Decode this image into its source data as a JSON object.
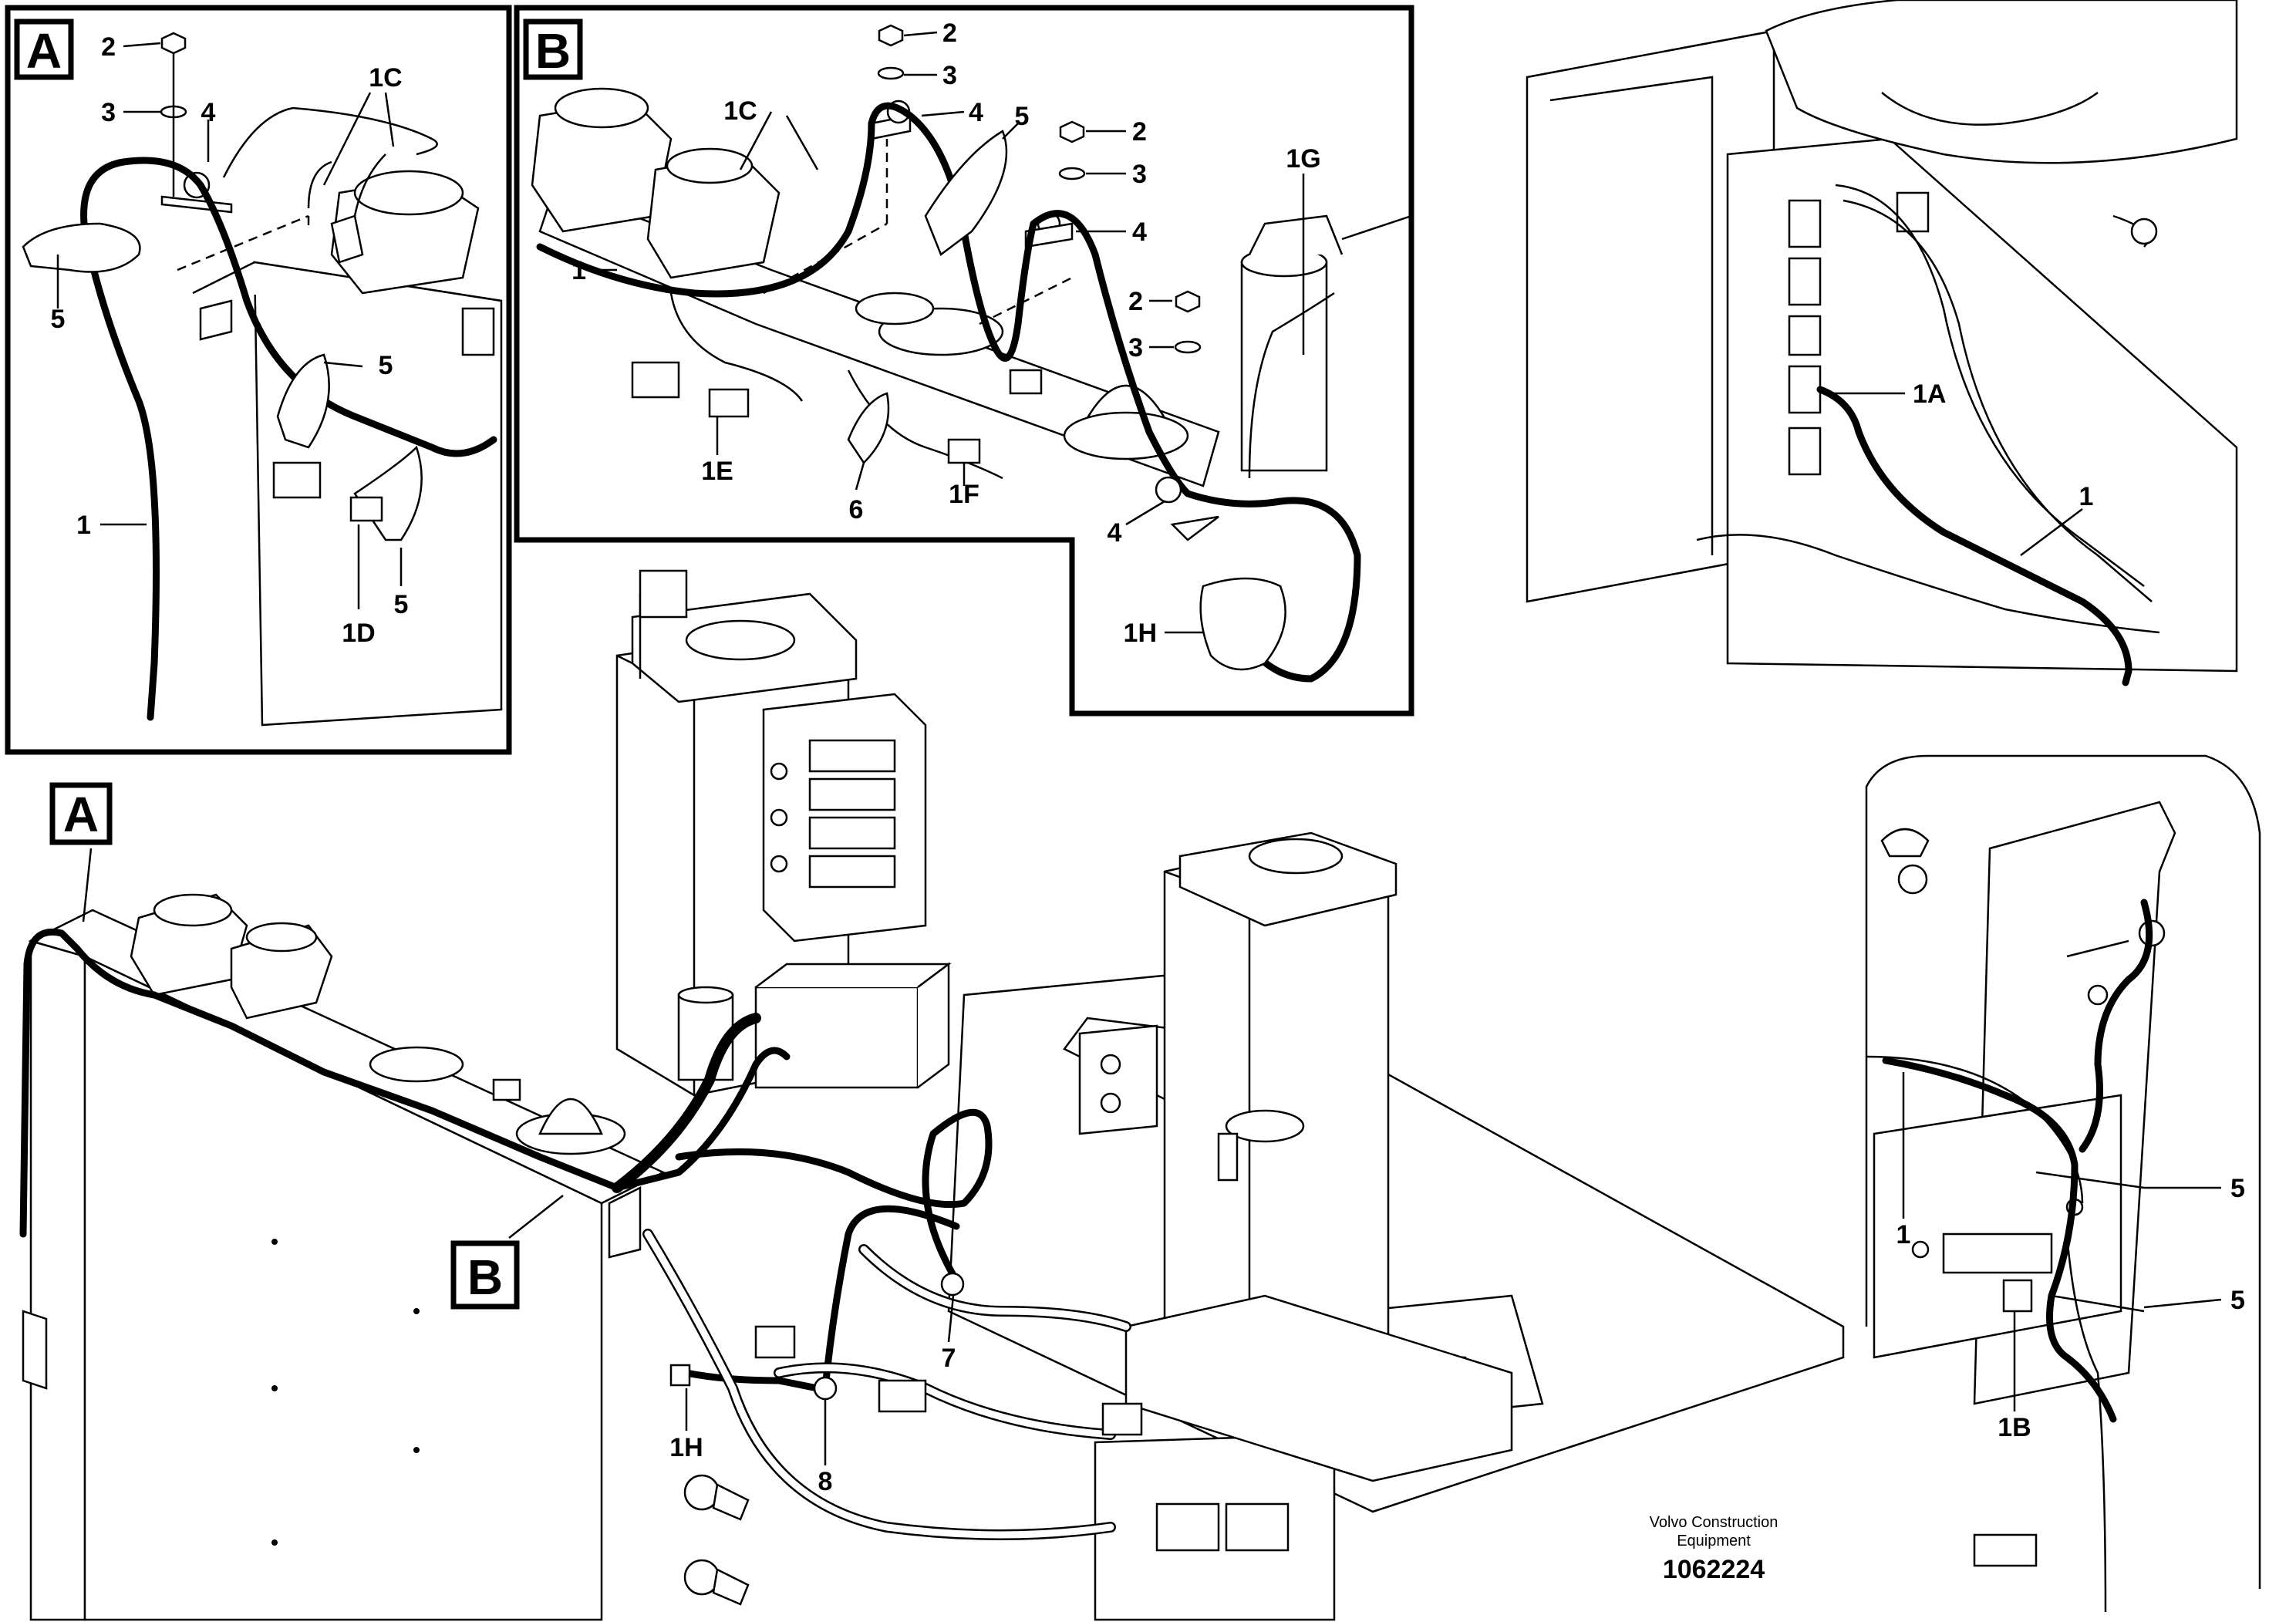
{
  "inset_labels": {
    "a": "A",
    "b": "B"
  },
  "callouts": {
    "a_2": "2",
    "a_3": "3",
    "a_4": "4",
    "a_1c": "1C",
    "a_5_left": "5",
    "a_5_mid": "5",
    "a_1": "1",
    "a_1d": "1D",
    "a_5_bottom": "5",
    "b_2_top": "2",
    "b_3_top": "3",
    "b_4_top": "4",
    "b_1c": "1C",
    "b_5": "5",
    "b_2_mid": "2",
    "b_3_mid": "3",
    "b_4_mid": "4",
    "b_1g": "1G",
    "b_2_low": "2",
    "b_3_low": "3",
    "b_1": "1",
    "b_1e": "1E",
    "b_6": "6",
    "b_1f": "1F",
    "b_4_low": "4",
    "b_1h": "1H",
    "tr_1a": "1A",
    "tr_1": "1",
    "main_7": "7",
    "main_1h": "1H",
    "main_8": "8",
    "br_5_top": "5",
    "br_5_low": "5",
    "br_1": "1",
    "br_1b": "1B"
  },
  "footer": {
    "brand_line1": "Volvo Construction",
    "brand_line2": "Equipment",
    "drawing_number": "1062224"
  }
}
